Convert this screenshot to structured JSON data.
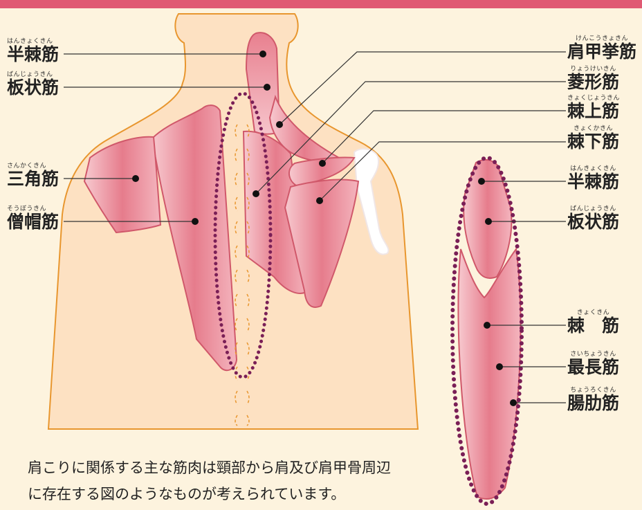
{
  "colors": {
    "background": "#fdf3de",
    "top_bar": "#e05a73",
    "body_fill": "#fde1c2",
    "body_outline": "#e8962e",
    "muscle": "#e88a96",
    "muscle_edge": "#c9485e",
    "dot_ring": "#7a1f56",
    "bone": "#ffffff"
  },
  "labels_left": [
    {
      "ruby": "はんきょくきん",
      "text": "半棘筋"
    },
    {
      "ruby": "ばんじょうきん",
      "text": "板状筋"
    },
    {
      "ruby": "さんかくきん",
      "text": "三角筋"
    },
    {
      "ruby": "そうぼうきん",
      "text": "僧帽筋"
    }
  ],
  "labels_right": [
    {
      "ruby": "けんこうきょきん",
      "text": "肩甲挙筋"
    },
    {
      "ruby": "りょうけいきん",
      "text": "菱形筋"
    },
    {
      "ruby": "きょくじょうきん",
      "text": "棘上筋"
    },
    {
      "ruby": "きょくかきん",
      "text": "棘下筋"
    },
    {
      "ruby": "はんきょくきん",
      "text": "半棘筋"
    },
    {
      "ruby": "ばんじょうきん",
      "text": "板状筋"
    },
    {
      "ruby": "きょくきん",
      "text": "棘　筋"
    },
    {
      "ruby": "さいちょうきん",
      "text": "最長筋"
    },
    {
      "ruby": "ちょうろくきん",
      "text": "腸肋筋"
    }
  ],
  "caption": [
    "肩こりに関係する主な筋肉は頸部から肩及び肩甲骨周辺",
    "に存在する図のようなものが考えられています。"
  ]
}
